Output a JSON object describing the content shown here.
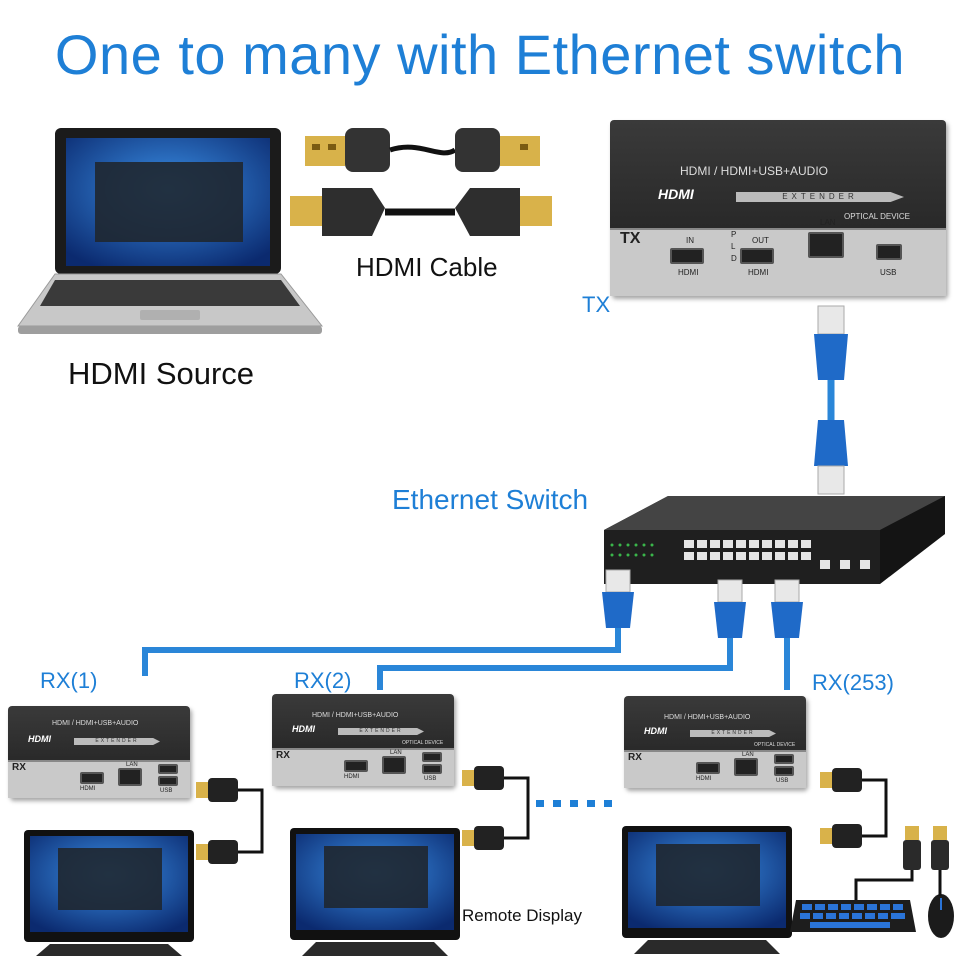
{
  "title": "One to many with Ethernet switch",
  "labels": {
    "hdmi_source": "HDMI Source",
    "hdmi_cable": "HDMI Cable",
    "tx": "TX",
    "ethernet_switch": "Ethernet Switch",
    "rx1": "RX(1)",
    "rx2": "RX(2)",
    "rx253": "RX(253)",
    "remote_display": "Remote Display",
    "dots": "....."
  },
  "device": {
    "model": "HDMI / HDMI+USB+AUDIO",
    "logo": "HDMI",
    "extender": "EXTENDER",
    "optical": "OPTICAL DEVICE",
    "tx_tag": "TX",
    "rx_tag": "RX",
    "port_in": "IN",
    "port_out": "OUT",
    "port_hdmi": "HDMI",
    "port_lan": "LAN",
    "port_usb": "USB",
    "led_p": "P",
    "led_l": "L",
    "led_d": "D"
  },
  "colors": {
    "accent": "#1e7fd6",
    "cable_blue": "#2a86d8",
    "device_dark": "#2a2a2a",
    "panel_gray": "#c9c9c9"
  }
}
